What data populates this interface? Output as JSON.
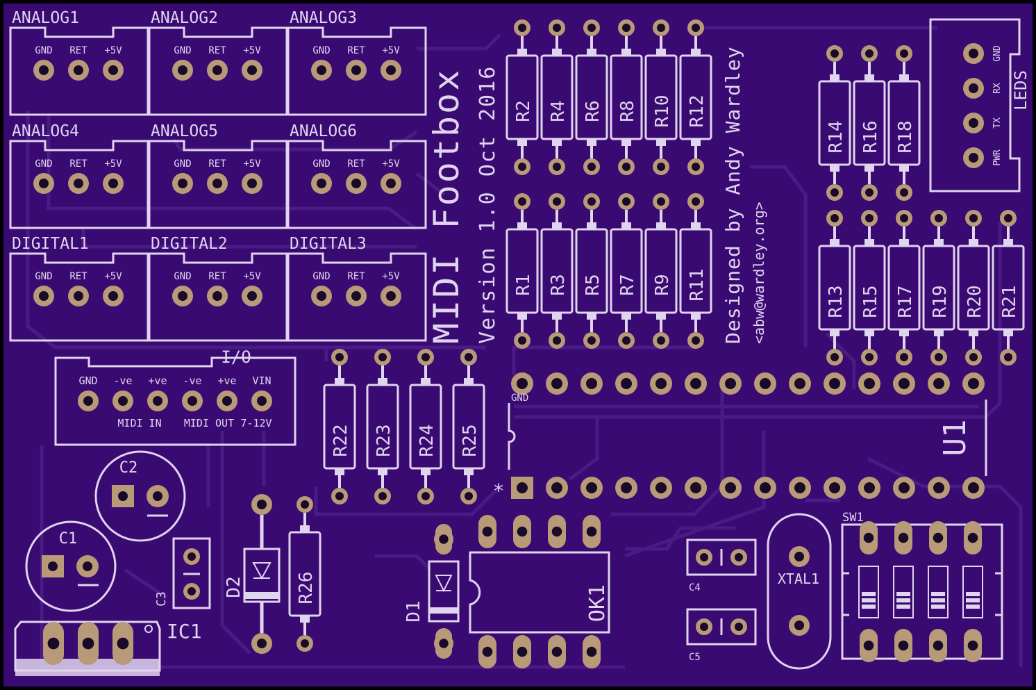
{
  "board": {
    "title": "MIDI Footbox",
    "version": "Version 1.0 Oct 2016",
    "designer": "Designed by Andy Wardley",
    "email": "<abw@wardley.org>",
    "colors": {
      "substrate": "#3a0a73",
      "trace": "#4a1a85",
      "silkscreen": "#e0d4ee",
      "copper": "#b89a78",
      "hole": "#1a0a2a",
      "edge": "#000000"
    }
  },
  "connectors": [
    {
      "name": "ANALOG1",
      "pins": [
        "GND",
        "RET",
        "+5V"
      ]
    },
    {
      "name": "ANALOG2",
      "pins": [
        "GND",
        "RET",
        "+5V"
      ]
    },
    {
      "name": "ANALOG3",
      "pins": [
        "GND",
        "RET",
        "+5V"
      ]
    },
    {
      "name": "ANALOG4",
      "pins": [
        "GND",
        "RET",
        "+5V"
      ]
    },
    {
      "name": "ANALOG5",
      "pins": [
        "GND",
        "RET",
        "+5V"
      ]
    },
    {
      "name": "ANALOG6",
      "pins": [
        "GND",
        "RET",
        "+5V"
      ]
    },
    {
      "name": "DIGITAL1",
      "pins": [
        "GND",
        "RET",
        "+5V"
      ]
    },
    {
      "name": "DIGITAL2",
      "pins": [
        "GND",
        "RET",
        "+5V"
      ]
    },
    {
      "name": "DIGITAL3",
      "pins": [
        "GND",
        "RET",
        "+5V"
      ]
    }
  ],
  "io": {
    "name": "I/O",
    "pins": [
      "GND",
      "-ve",
      "+ve",
      "-ve",
      "+ve",
      "VIN"
    ],
    "sublabels": [
      "MIDI IN",
      "MIDI OUT",
      "7-12V"
    ]
  },
  "leds": {
    "name": "LEDS",
    "pins": [
      "GND",
      "RX",
      "TX",
      "PWR"
    ]
  },
  "resistors": {
    "top_row": [
      "R2",
      "R4",
      "R6",
      "R8",
      "R10",
      "R12"
    ],
    "mid_row": [
      "R1",
      "R3",
      "R5",
      "R7",
      "R9",
      "R11"
    ],
    "right_top": [
      "R14",
      "R16",
      "R18"
    ],
    "right_bottom": [
      "R13",
      "R15",
      "R17",
      "R19",
      "R20",
      "R21"
    ],
    "lower": [
      "R22",
      "R23",
      "R24",
      "R25"
    ],
    "r26": "R26"
  },
  "components": {
    "u1": "U1",
    "gnd": "GND",
    "star": "*",
    "c1": "C1",
    "c2": "C2",
    "c3": "C3",
    "c4": "C4",
    "c5": "C5",
    "d1": "D1",
    "d2": "D2",
    "ic1": "IC1",
    "ok1": "OK1",
    "xtal1": "XTAL1",
    "sw1": "SW1"
  }
}
